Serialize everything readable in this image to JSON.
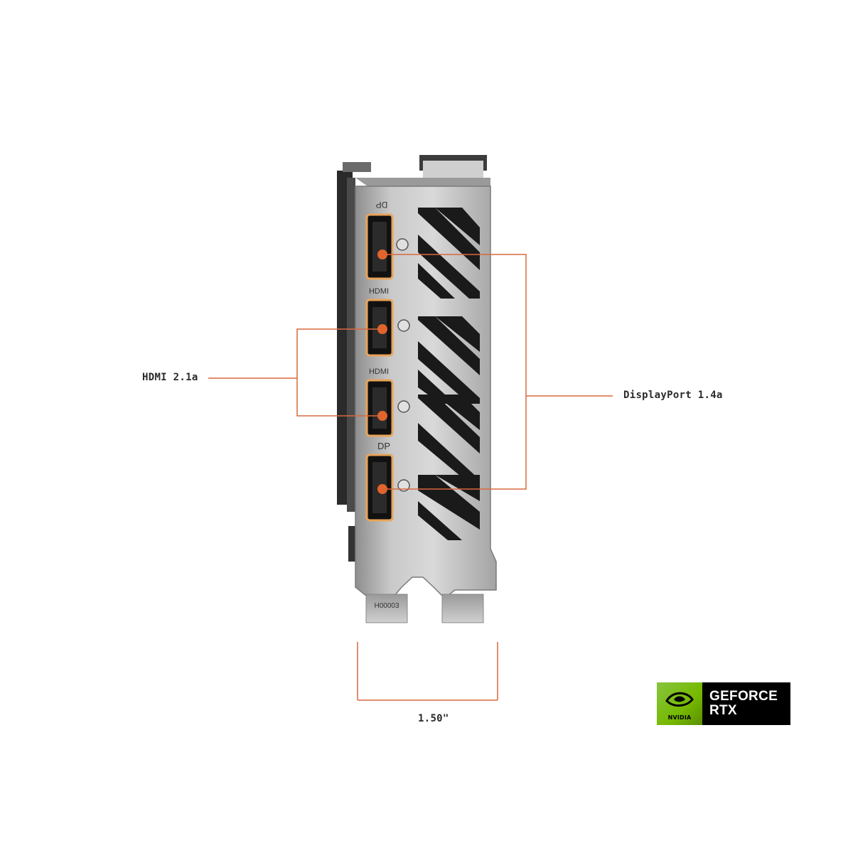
{
  "callouts": {
    "hdmi_label": "HDMI 2.1a",
    "displayport_label": "DisplayPort 1.4a",
    "width_label": "1.50\""
  },
  "bracket_markings": {
    "dp_top": "DP",
    "hdmi_1": "HDMI",
    "hdmi_2": "HDMI",
    "dp_bottom": "DP",
    "tab_code": "H00003"
  },
  "badge": {
    "brand_small": "NVIDIA",
    "line1": "GEFORCE",
    "line2": "RTX"
  },
  "colors": {
    "accent": "#d9683f",
    "bracket": "#b8b8b8",
    "port": "#f08a2a",
    "nvidia_green": "#76b900"
  }
}
